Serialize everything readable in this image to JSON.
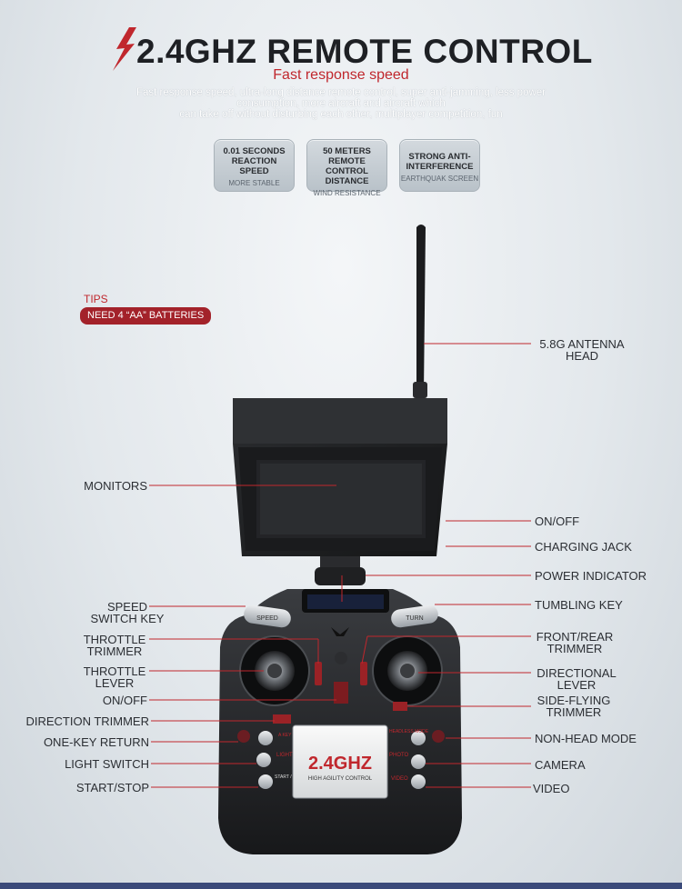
{
  "header": {
    "title": "2.4GHZ REMOTE CONTROL",
    "subtitle": "Fast response speed",
    "desc_line1": "Fast response speed, ultra-long distance remote control, super anti-jamming, less power",
    "desc_line2": "consumption, more aircraft and aircraft which",
    "desc_line3": "can take off without disturbing each other, multiplayer competition, fun"
  },
  "features": [
    {
      "label": "0.01 SECONDS REACTION SPEED",
      "sub": "MORE STABLE"
    },
    {
      "label": "50 METERS REMOTE CONTROL DISTANCE",
      "sub": "WIND RESISTANCE"
    },
    {
      "label": "STRONG ANTI-INTERFERENCE",
      "sub": "EARTHQUAK SCREEN"
    }
  ],
  "tips": {
    "title": "TIPS",
    "badge": "NEED 4 “AA” BATTERIES"
  },
  "labels_left": {
    "monitors": "MONITORS",
    "speed_switch_1": "SPEED",
    "speed_switch_2": "SWITCH KEY",
    "throttle_trimmer_1": "THROTTLE",
    "throttle_trimmer_2": "TRIMMER",
    "throttle_lever_1": "THROTTLE",
    "throttle_lever_2": "LEVER",
    "on_off": "ON/OFF",
    "direction_trimmer": "DIRECTION TRIMMER",
    "one_key_return": "ONE-KEY RETURN",
    "light_switch": "LIGHT SWITCH",
    "start_stop": "START/STOP"
  },
  "labels_right": {
    "antenna_1": "5.8G ANTENNA",
    "antenna_2": "HEAD",
    "on_off": "ON/OFF",
    "charging_jack": "CHARGING JACK",
    "power_indicator": "POWER INDICATOR",
    "tumbling_key": "TUMBLING KEY",
    "front_rear_1": "FRONT/REAR",
    "front_rear_2": "TRIMMER",
    "directional_1": "DIRECTIONAL",
    "directional_2": "LEVER",
    "side_flying_1": "SIDE-FLYING",
    "side_flying_2": "TRIMMER",
    "non_head": "NON-HEAD MODE",
    "camera": "CAMERA",
    "video": "VIDEO"
  },
  "device": {
    "speed_button": "SPEED",
    "turn_button": "TURN",
    "plate_brand": "2.4GHZ",
    "plate_tagline": "HIGH AGILITY CONTROL",
    "btn_return": "A KEY RETURN",
    "btn_light": "LIGHT",
    "btn_start": "START / STOP",
    "btn_headless": "HEADLESS MODE",
    "btn_photo": "PHOTO",
    "btn_video": "VIDEO"
  },
  "colors": {
    "accent": "#c0272d",
    "title": "#1e2024",
    "bottom_bar": "#3b4a7a"
  }
}
